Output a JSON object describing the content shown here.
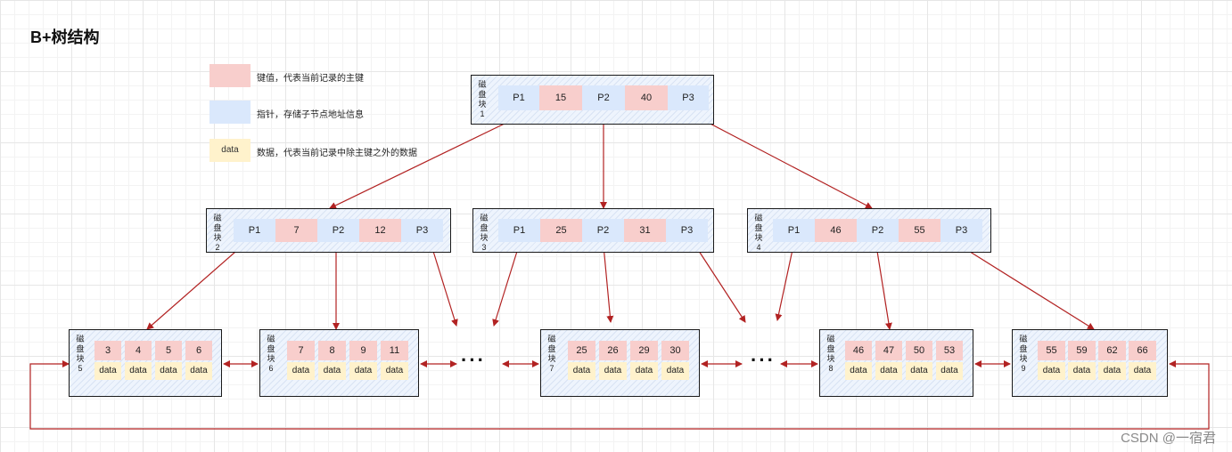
{
  "title": "B+树结构",
  "legend": [
    {
      "kind": "key",
      "swatch": "",
      "text": "键值，代表当前记录的主键"
    },
    {
      "kind": "ptr",
      "swatch": "",
      "text": "指针，存储子节点地址信息"
    },
    {
      "kind": "data",
      "swatch": "data",
      "text": "数据，代表当前记录中除主键之外的数据"
    }
  ],
  "blockLabelPrefix": "磁盘块",
  "root": {
    "id": "1",
    "cells": [
      "P1",
      "15",
      "P2",
      "40",
      "P3"
    ]
  },
  "internal": [
    {
      "id": "2",
      "cells": [
        "P1",
        "7",
        "P2",
        "12",
        "P3"
      ]
    },
    {
      "id": "3",
      "cells": [
        "P1",
        "25",
        "P2",
        "31",
        "P3"
      ]
    },
    {
      "id": "4",
      "cells": [
        "P1",
        "46",
        "P2",
        "55",
        "P3"
      ]
    }
  ],
  "leaves": [
    {
      "id": "5",
      "keys": [
        "3",
        "4",
        "5",
        "6"
      ]
    },
    {
      "id": "6",
      "keys": [
        "7",
        "8",
        "9",
        "11"
      ]
    },
    {
      "id": "7",
      "keys": [
        "25",
        "26",
        "29",
        "30"
      ]
    },
    {
      "id": "8",
      "keys": [
        "46",
        "47",
        "50",
        "53"
      ]
    },
    {
      "id": "9",
      "keys": [
        "55",
        "59",
        "62",
        "66"
      ]
    }
  ],
  "dataLabel": "data",
  "ellipsis": "···",
  "watermark": "CSDN @一宿君",
  "colors": {
    "key": "#f8cecc",
    "pointer": "#dae8fc",
    "data": "#fff2cc",
    "arrow": "#b22222"
  }
}
